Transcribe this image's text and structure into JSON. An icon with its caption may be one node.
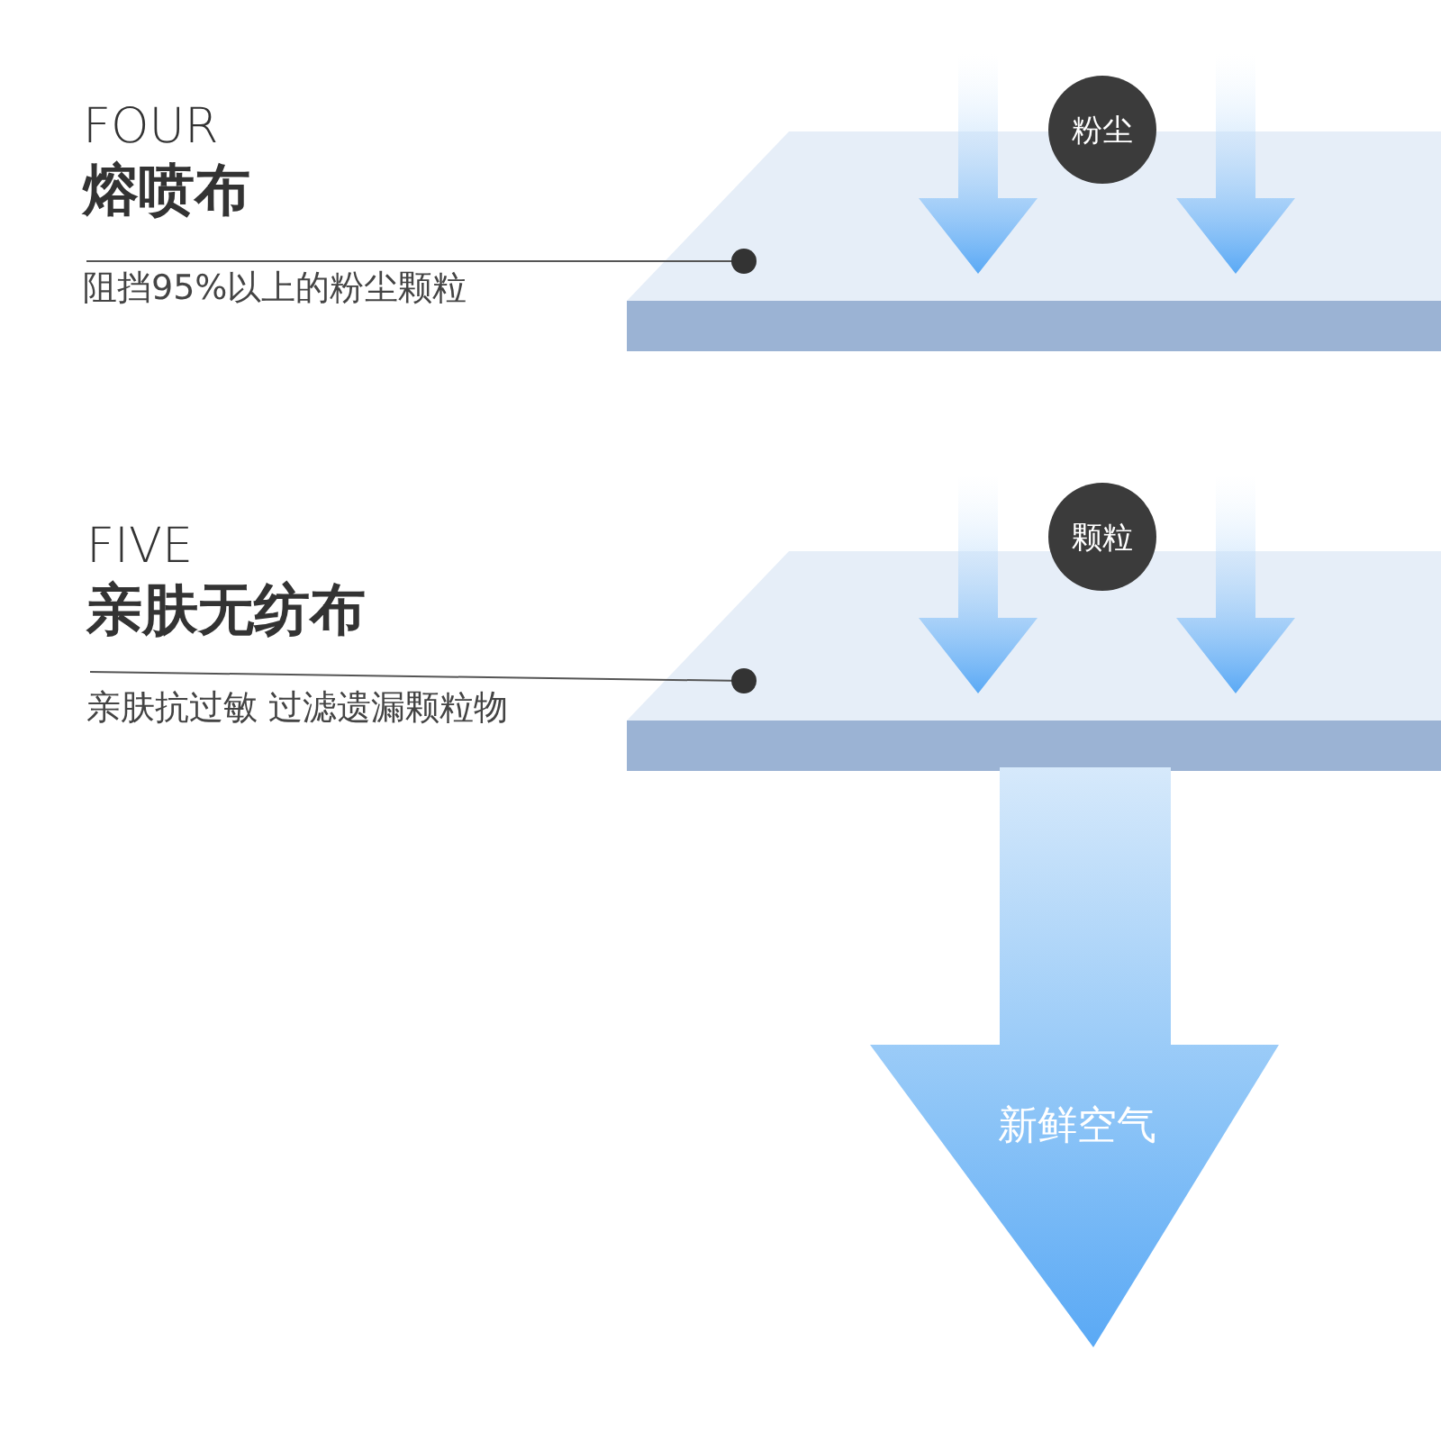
{
  "diagram": {
    "nodes": [
      {
        "text": [
          "FOUR",
          "熔喷布",
          "阻挡95%以上的粉尘颗粒"
        ]
      },
      {
        "text": [
          "粉尘"
        ]
      },
      {
        "text": [],
        "shape": "box"
      },
      {
        "text": [
          "FIVE",
          "亲肤无纺布",
          "亲肤抗过敏 过滤遗漏颗粒物"
        ]
      },
      {
        "text": [
          "颗粒"
        ]
      },
      {
        "text": [],
        "shape": "box"
      },
      {
        "text": [
          "新鲜空气"
        ]
      }
    ],
    "edges": [
      {
        "from": 0,
        "to": 2,
        "arrow": "other"
      },
      {
        "from": 3,
        "to": 5,
        "arrow": "other"
      }
    ]
  }
}
